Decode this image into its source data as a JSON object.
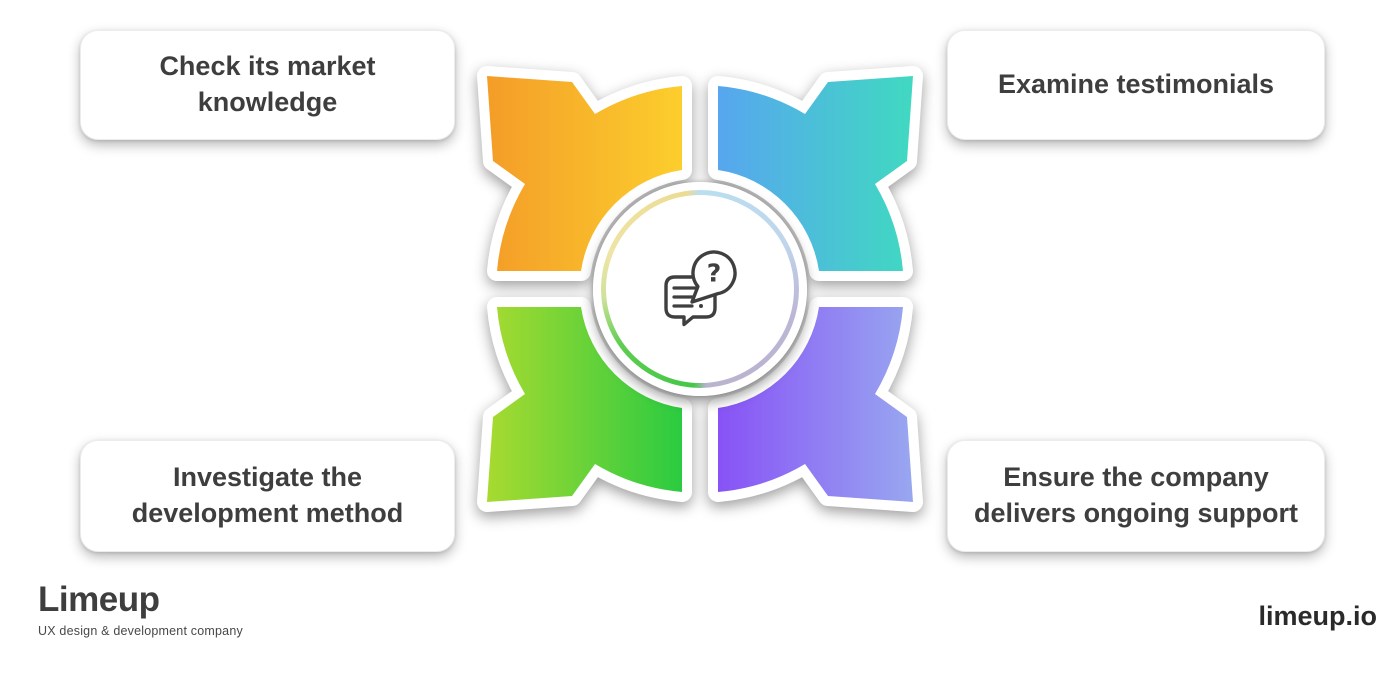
{
  "diagram": {
    "title_hint": "Four considerations radiating from a central question/chat icon",
    "center_icon": "chat-question-icon",
    "question_mark": "?",
    "topics": [
      {
        "label": "Check its market knowledge",
        "position": "top-left",
        "arrow_direction": "up-left",
        "gradient_start": "#F49D28",
        "gradient_end": "#FCCE2D"
      },
      {
        "label": "Examine testimonials",
        "position": "top-right",
        "arrow_direction": "up-right",
        "gradient_start": "#57A6EF",
        "gradient_end": "#40D9C1"
      },
      {
        "label": "Investigate the development method",
        "position": "bottom-left",
        "arrow_direction": "down-left",
        "gradient_start": "#A8DA30",
        "gradient_end": "#2BCB41"
      },
      {
        "label": "Ensure the company delivers ongoing support",
        "position": "bottom-right",
        "arrow_direction": "down-right",
        "gradient_start": "#8852F6",
        "gradient_end": "#98A7F0"
      }
    ]
  },
  "footer": {
    "logo": "Limeup",
    "tagline": "UX design & development company",
    "website": "limeup.io"
  },
  "colors": {
    "background": "#FFFFFF",
    "card_background": "#FFFFFF",
    "card_text": "#3E3E3E",
    "icon_stroke": "#3F3F3F",
    "ring_top_left": "#EFE4A6",
    "ring_top_right": "#B9DFF0",
    "ring_bottom_left": "#45C748",
    "ring_bottom_right": "#B9B3CE"
  }
}
